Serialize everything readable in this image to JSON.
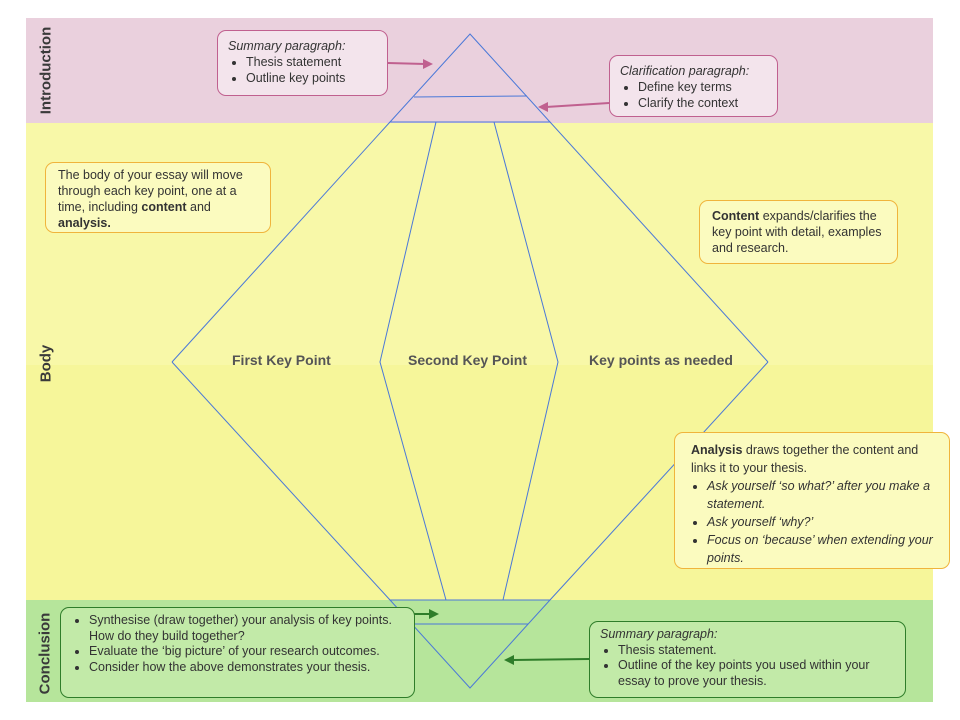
{
  "sections": {
    "introduction": "Introduction",
    "body": "Body",
    "conclusion": "Conclusion"
  },
  "key_points": {
    "first": "First  Key  Point",
    "second": "Second  Key  Point",
    "as_needed": "Key  points  as  needed"
  },
  "intro_summary": {
    "heading": "Summary paragraph:",
    "items": [
      "Thesis statement",
      "Outline key points"
    ]
  },
  "intro_clarification": {
    "heading": "Clarification paragraph:",
    "items": [
      "Define key terms",
      "Clarify the context"
    ]
  },
  "body_note": {
    "text_1": "The body of your essay will move through each key point, one at a time,  including ",
    "bold_1": "content",
    "text_2": " and ",
    "bold_2": "analysis."
  },
  "content_note": {
    "bold": "Content",
    "text": " expands/clarifies the key point with detail, examples and research."
  },
  "analysis_note": {
    "bold": "Analysis",
    "text": " draws together the content and links it to your thesis.",
    "items": [
      "Ask yourself ‘so what?’ after you make a statement.",
      "Ask yourself ‘why?’",
      "Focus on ‘because’ when extending your points."
    ]
  },
  "conclusion_left": {
    "items": [
      "Synthesise (draw together) your analysis of key points.  How do they build together?",
      "Evaluate the ‘big picture’ of your research outcomes.",
      "Consider how the above demonstrates your thesis."
    ]
  },
  "conclusion_right": {
    "heading": "Summary paragraph:",
    "items": [
      "Thesis statement.",
      "Outline of the key points you used within your essay to prove your thesis."
    ]
  },
  "colors": {
    "intro_band": "#ead0dd",
    "body_band": "#f8f8a8",
    "conclusion_band": "#b6e59b",
    "diamond_line": "#4a78d8",
    "pink_arrow": "#c0608f",
    "green_arrow": "#2f7d2a"
  }
}
